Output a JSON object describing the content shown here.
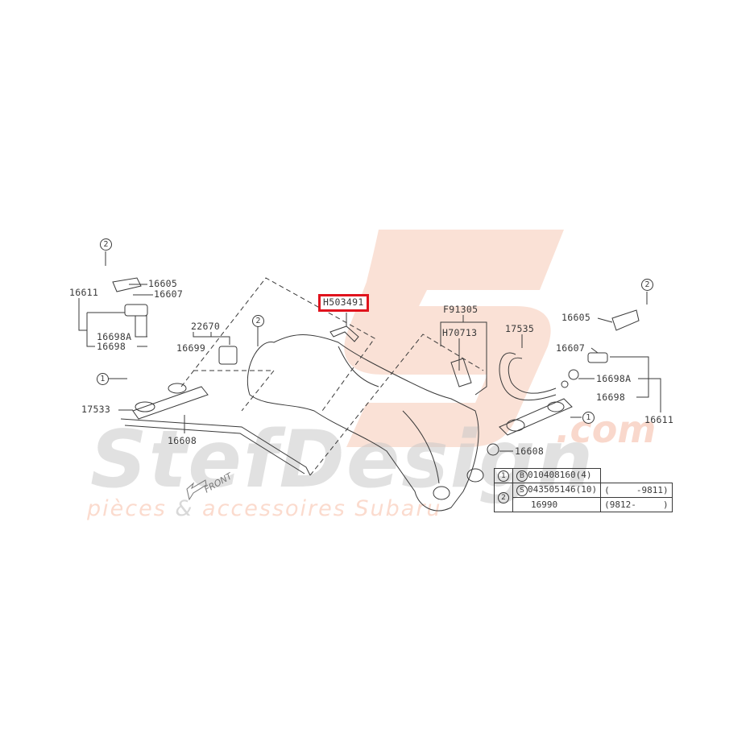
{
  "diagram": {
    "highlighted_part": "H503491",
    "watermark": {
      "brand": "StefDesign",
      "domain_suffix": ".com",
      "tagline_part1": "pièces",
      "tagline_amp": "&",
      "tagline_part2": "accessoires Subaru"
    },
    "front_indicator": "FRONT",
    "labels": {
      "left_16611": "16611",
      "left_16605": "16605",
      "left_16607": "16607",
      "left_16698A": "16698A",
      "left_16698": "16698",
      "left_17533": "17533",
      "left_16608": "16608",
      "mid_22670": "22670",
      "mid_16699": "16699",
      "mid_F91305": "F91305",
      "mid_H70713": "H70713",
      "right_17535": "17535",
      "right_16605": "16605",
      "right_16607": "16607",
      "right_16698A": "16698A",
      "right_16698": "16698",
      "right_16611": "16611",
      "right_16608": "16608"
    },
    "callouts": {
      "c1": "1",
      "c2": "2"
    },
    "legend_table": {
      "rows": [
        {
          "ref": "1",
          "prefix": "B",
          "part": "010408160(4)",
          "range": ""
        },
        {
          "ref": "2",
          "prefix": "S",
          "part": "043505146(10)",
          "range": "(     -9811)"
        },
        {
          "ref": "",
          "prefix": "",
          "part": "16990",
          "range": "(9812-     )"
        }
      ]
    }
  }
}
